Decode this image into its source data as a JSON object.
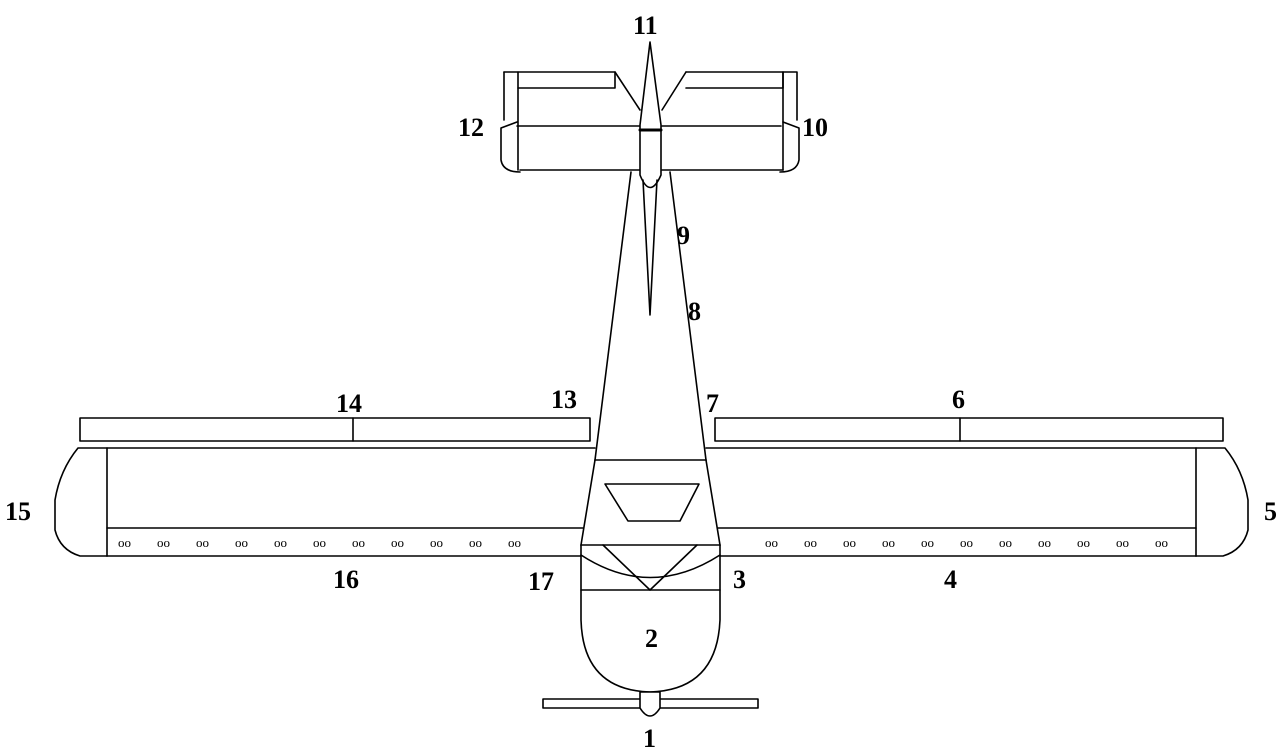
{
  "diagram": {
    "subject": "aircraft top view",
    "line_color": "#000000",
    "background": "#ffffff",
    "labels": {
      "propeller": "1",
      "fuselage_nose": "2",
      "right_wing_root": "3",
      "right_wing": "4",
      "right_wingtip": "5",
      "right_aileron": "6",
      "right_aileron_root": "7",
      "tail_boom_lower": "8",
      "tail_boom_upper": "9",
      "right_stabilizer_tip": "10",
      "fin_tip": "11",
      "left_stabilizer_tip": "12",
      "left_aileron_root": "13",
      "left_aileron": "14",
      "left_wingtip": "15",
      "left_wing": "16",
      "left_wing_root": "17"
    },
    "wing_slot_glyph": "oo",
    "left_wing_slot_count": 11,
    "right_wing_slot_count": 11
  }
}
